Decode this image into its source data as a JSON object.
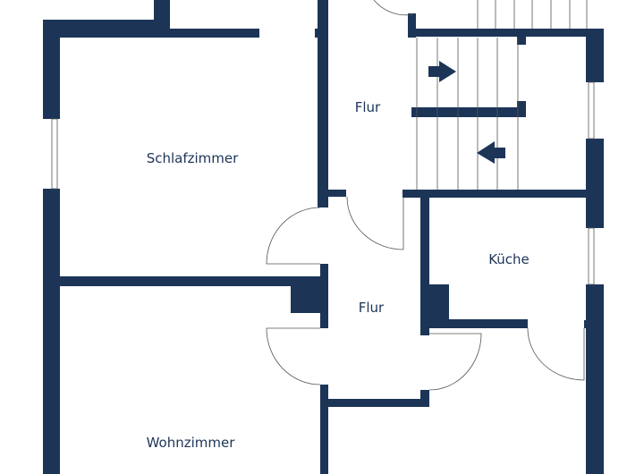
{
  "colors": {
    "wall": "#1c3557",
    "line": "#555555",
    "background": "#ffffff"
  },
  "rooms": [
    {
      "id": "flur-upper",
      "label": "Flur"
    },
    {
      "id": "schlafzimmer",
      "label": "Schlafzimmer"
    },
    {
      "id": "flur-lower",
      "label": "Flur"
    },
    {
      "id": "kueche",
      "label": "Küche"
    },
    {
      "id": "wohnzimmer",
      "label": "Wohnzimmer"
    }
  ],
  "icons": [
    "stair-arrow-right-icon",
    "stair-arrow-left-icon"
  ]
}
